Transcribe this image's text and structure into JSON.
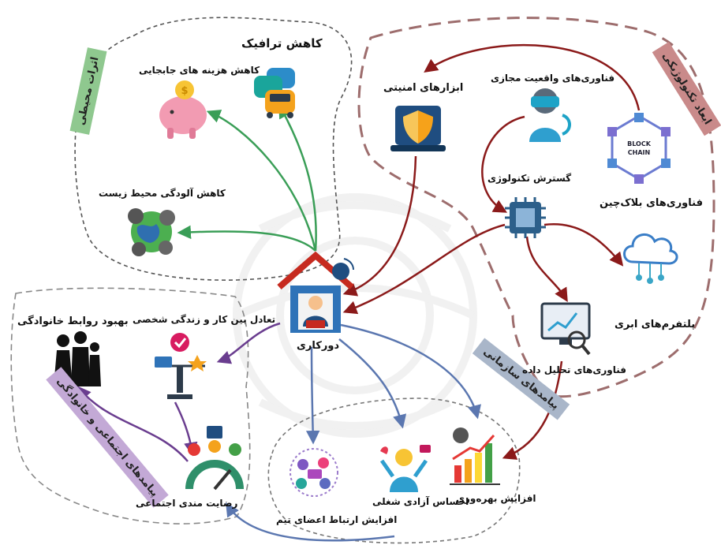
{
  "categories": {
    "environmental": "اثرات محیطی",
    "technology": "ابعاد تکنولوژیکی",
    "organizational": "پیامدهای سازمانی",
    "social": "پیامدهای اجتماعی و خانوادگی"
  },
  "nodes": {
    "center": "دورکاری",
    "traffic": "کاهش ترافیک",
    "travel_cost": "کاهش هزینه های جابجایی",
    "pollution": "کاهش آلودگی محیط زیست",
    "security_tools": "ابزارهای امنیتی",
    "vr": "فناوری‌های واقعیت مجازی",
    "tech_expansion": "گسترش تکنولوژی",
    "blockchain": "فناوری‌های بلاک‌چین",
    "cloud": "پلتفرم‌های ابری",
    "data_analysis": "فناوری‌های تحلیل داده",
    "productivity": "افزایش بهره‌وری",
    "job_freedom": "احساس آزادی شغلی",
    "team_communication": "افزایش ارتباط اعضای تیم",
    "work_life_balance": "تعادل بین کار و زندگی شخصی",
    "family_relations": "بهبود روابط خانوادگی",
    "social_satisfaction": "رضایت مندی اجتماعی"
  },
  "icon_text": {
    "blockchain_badge": "BLOCK CHAIN"
  },
  "colors": {
    "environmental_arrows": "#3a9e57",
    "technology_arrows": "#8b1a1a",
    "organizational_arrows": "#5b77b0",
    "social_arrows": "#6a3d8f",
    "environmental_tag": "#8fc88f",
    "technology_tag": "#c98a8a",
    "organizational_tag": "#a9b6c9",
    "social_tag": "#c3a9d6"
  }
}
